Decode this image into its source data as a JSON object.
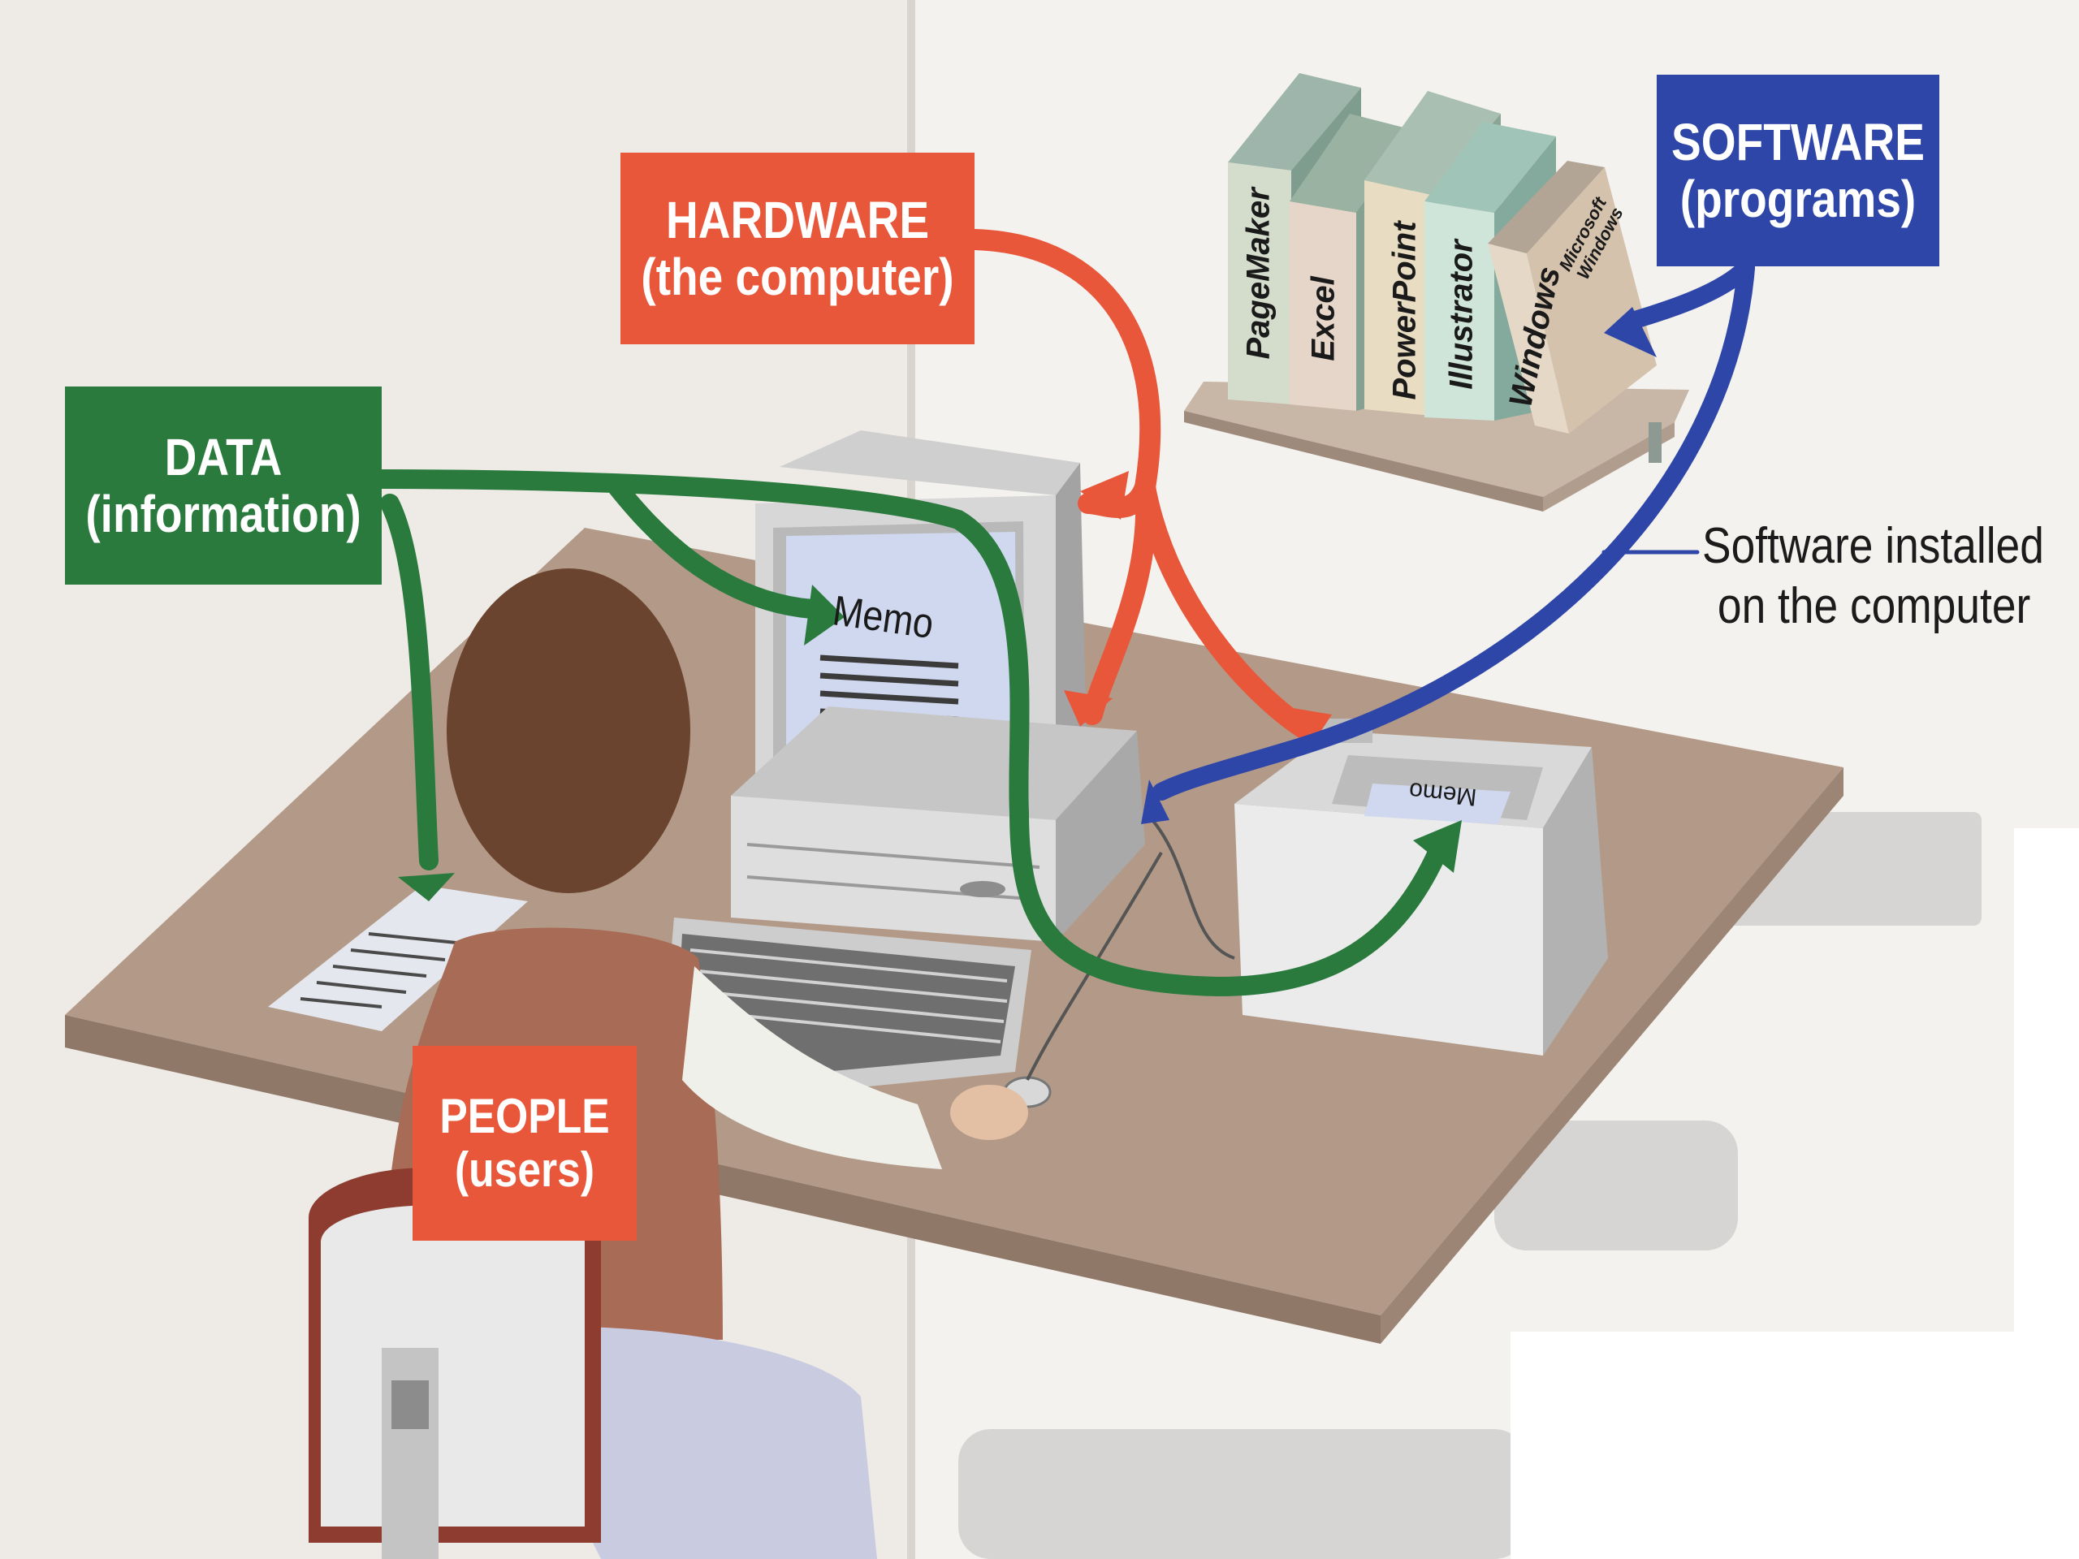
{
  "labels": {
    "hardware": {
      "title": "HARDWARE",
      "subtitle": "(the computer)"
    },
    "software": {
      "title": "SOFTWARE",
      "subtitle": "(programs)"
    },
    "data": {
      "title": "DATA",
      "subtitle": "(information)"
    },
    "people": {
      "title": "PEOPLE",
      "subtitle": "(users)"
    }
  },
  "annotation": {
    "line1": "Software installed",
    "line2": "on the computer"
  },
  "books": [
    "PageMaker",
    "Excel",
    "PowerPoint",
    "Illustrator",
    "Windows"
  ],
  "book_cover": {
    "line1": "Microsoft",
    "line2": "Windows"
  },
  "memo": {
    "screen": "Memo",
    "printer": "Memo"
  },
  "colors": {
    "hardware": "#e8573a",
    "software": "#2e46a8",
    "data": "#2a7a3e",
    "people": "#e8573a",
    "wall": "#f1efec",
    "desk": "#b39a88"
  }
}
